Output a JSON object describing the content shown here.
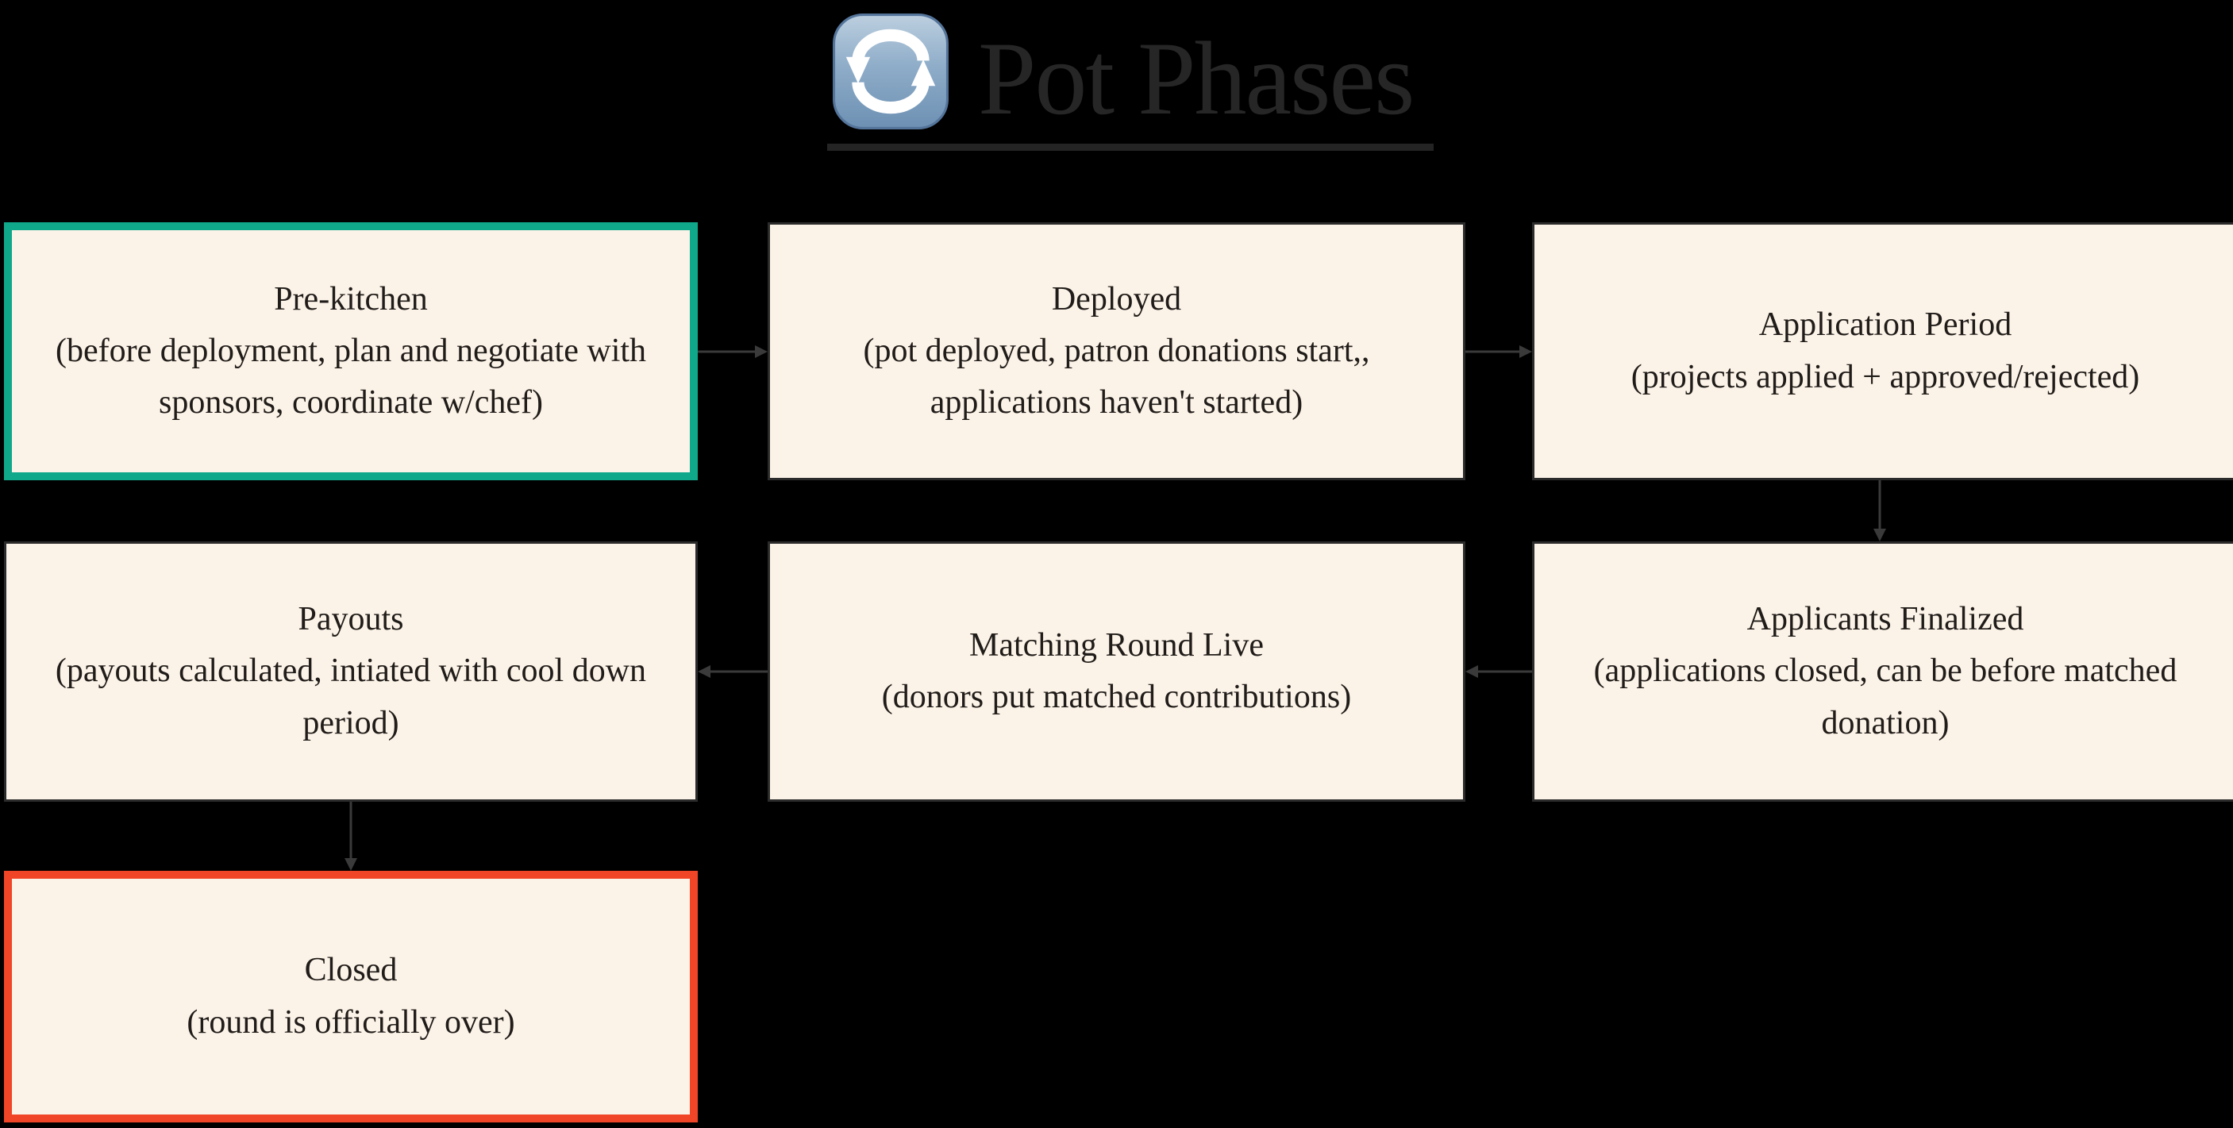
{
  "title": {
    "icon": "counterclockwise-arrows-icon",
    "text": "Pot Phases"
  },
  "colors": {
    "canvas_background": "#000000",
    "node_fill": "#FCF3E8",
    "node_border": "#2B2B2B",
    "node_text": "#201C19",
    "highlight_green": "#10A88A",
    "highlight_orange": "#F04527",
    "connector": "#3A3A3A",
    "title_text": "#262626",
    "emoji_blue": "#8FADC9"
  },
  "nodes": [
    {
      "id": "pre-kitchen",
      "title": "Pre-kitchen",
      "desc_lines": [
        "(before deployment, plan and negotiate with",
        "sponsors, coordinate w/chef)"
      ],
      "highlight": "green"
    },
    {
      "id": "deployed",
      "title": "Deployed",
      "desc_lines": [
        "(pot deployed, patron donations start,,",
        "applications haven't started)"
      ],
      "highlight": "none"
    },
    {
      "id": "application-period",
      "title": "Application Period",
      "desc_lines": [
        "(projects applied + approved/rejected)"
      ],
      "highlight": "none"
    },
    {
      "id": "payouts",
      "title": "Payouts",
      "desc_lines": [
        "(payouts calculated, intiated with cool down",
        "period)"
      ],
      "highlight": "none"
    },
    {
      "id": "matching-round-live",
      "title": "Matching Round Live",
      "desc_lines": [
        "(donors put matched contributions)"
      ],
      "highlight": "none"
    },
    {
      "id": "applicants-finalized",
      "title": "Applicants Finalized",
      "desc_lines": [
        "(applications closed, can be before matched",
        "donation)"
      ],
      "highlight": "none"
    },
    {
      "id": "closed",
      "title": "Closed",
      "desc_lines": [
        "(round is officially over)"
      ],
      "highlight": "orange"
    }
  ],
  "connectors": [
    {
      "from": "pre-kitchen",
      "to": "deployed",
      "direction": "right"
    },
    {
      "from": "deployed",
      "to": "application-period",
      "direction": "right"
    },
    {
      "from": "application-period",
      "to": "applicants-finalized",
      "direction": "down"
    },
    {
      "from": "applicants-finalized",
      "to": "matching-round-live",
      "direction": "left"
    },
    {
      "from": "matching-round-live",
      "to": "payouts",
      "direction": "left"
    },
    {
      "from": "payouts",
      "to": "closed",
      "direction": "down"
    }
  ]
}
